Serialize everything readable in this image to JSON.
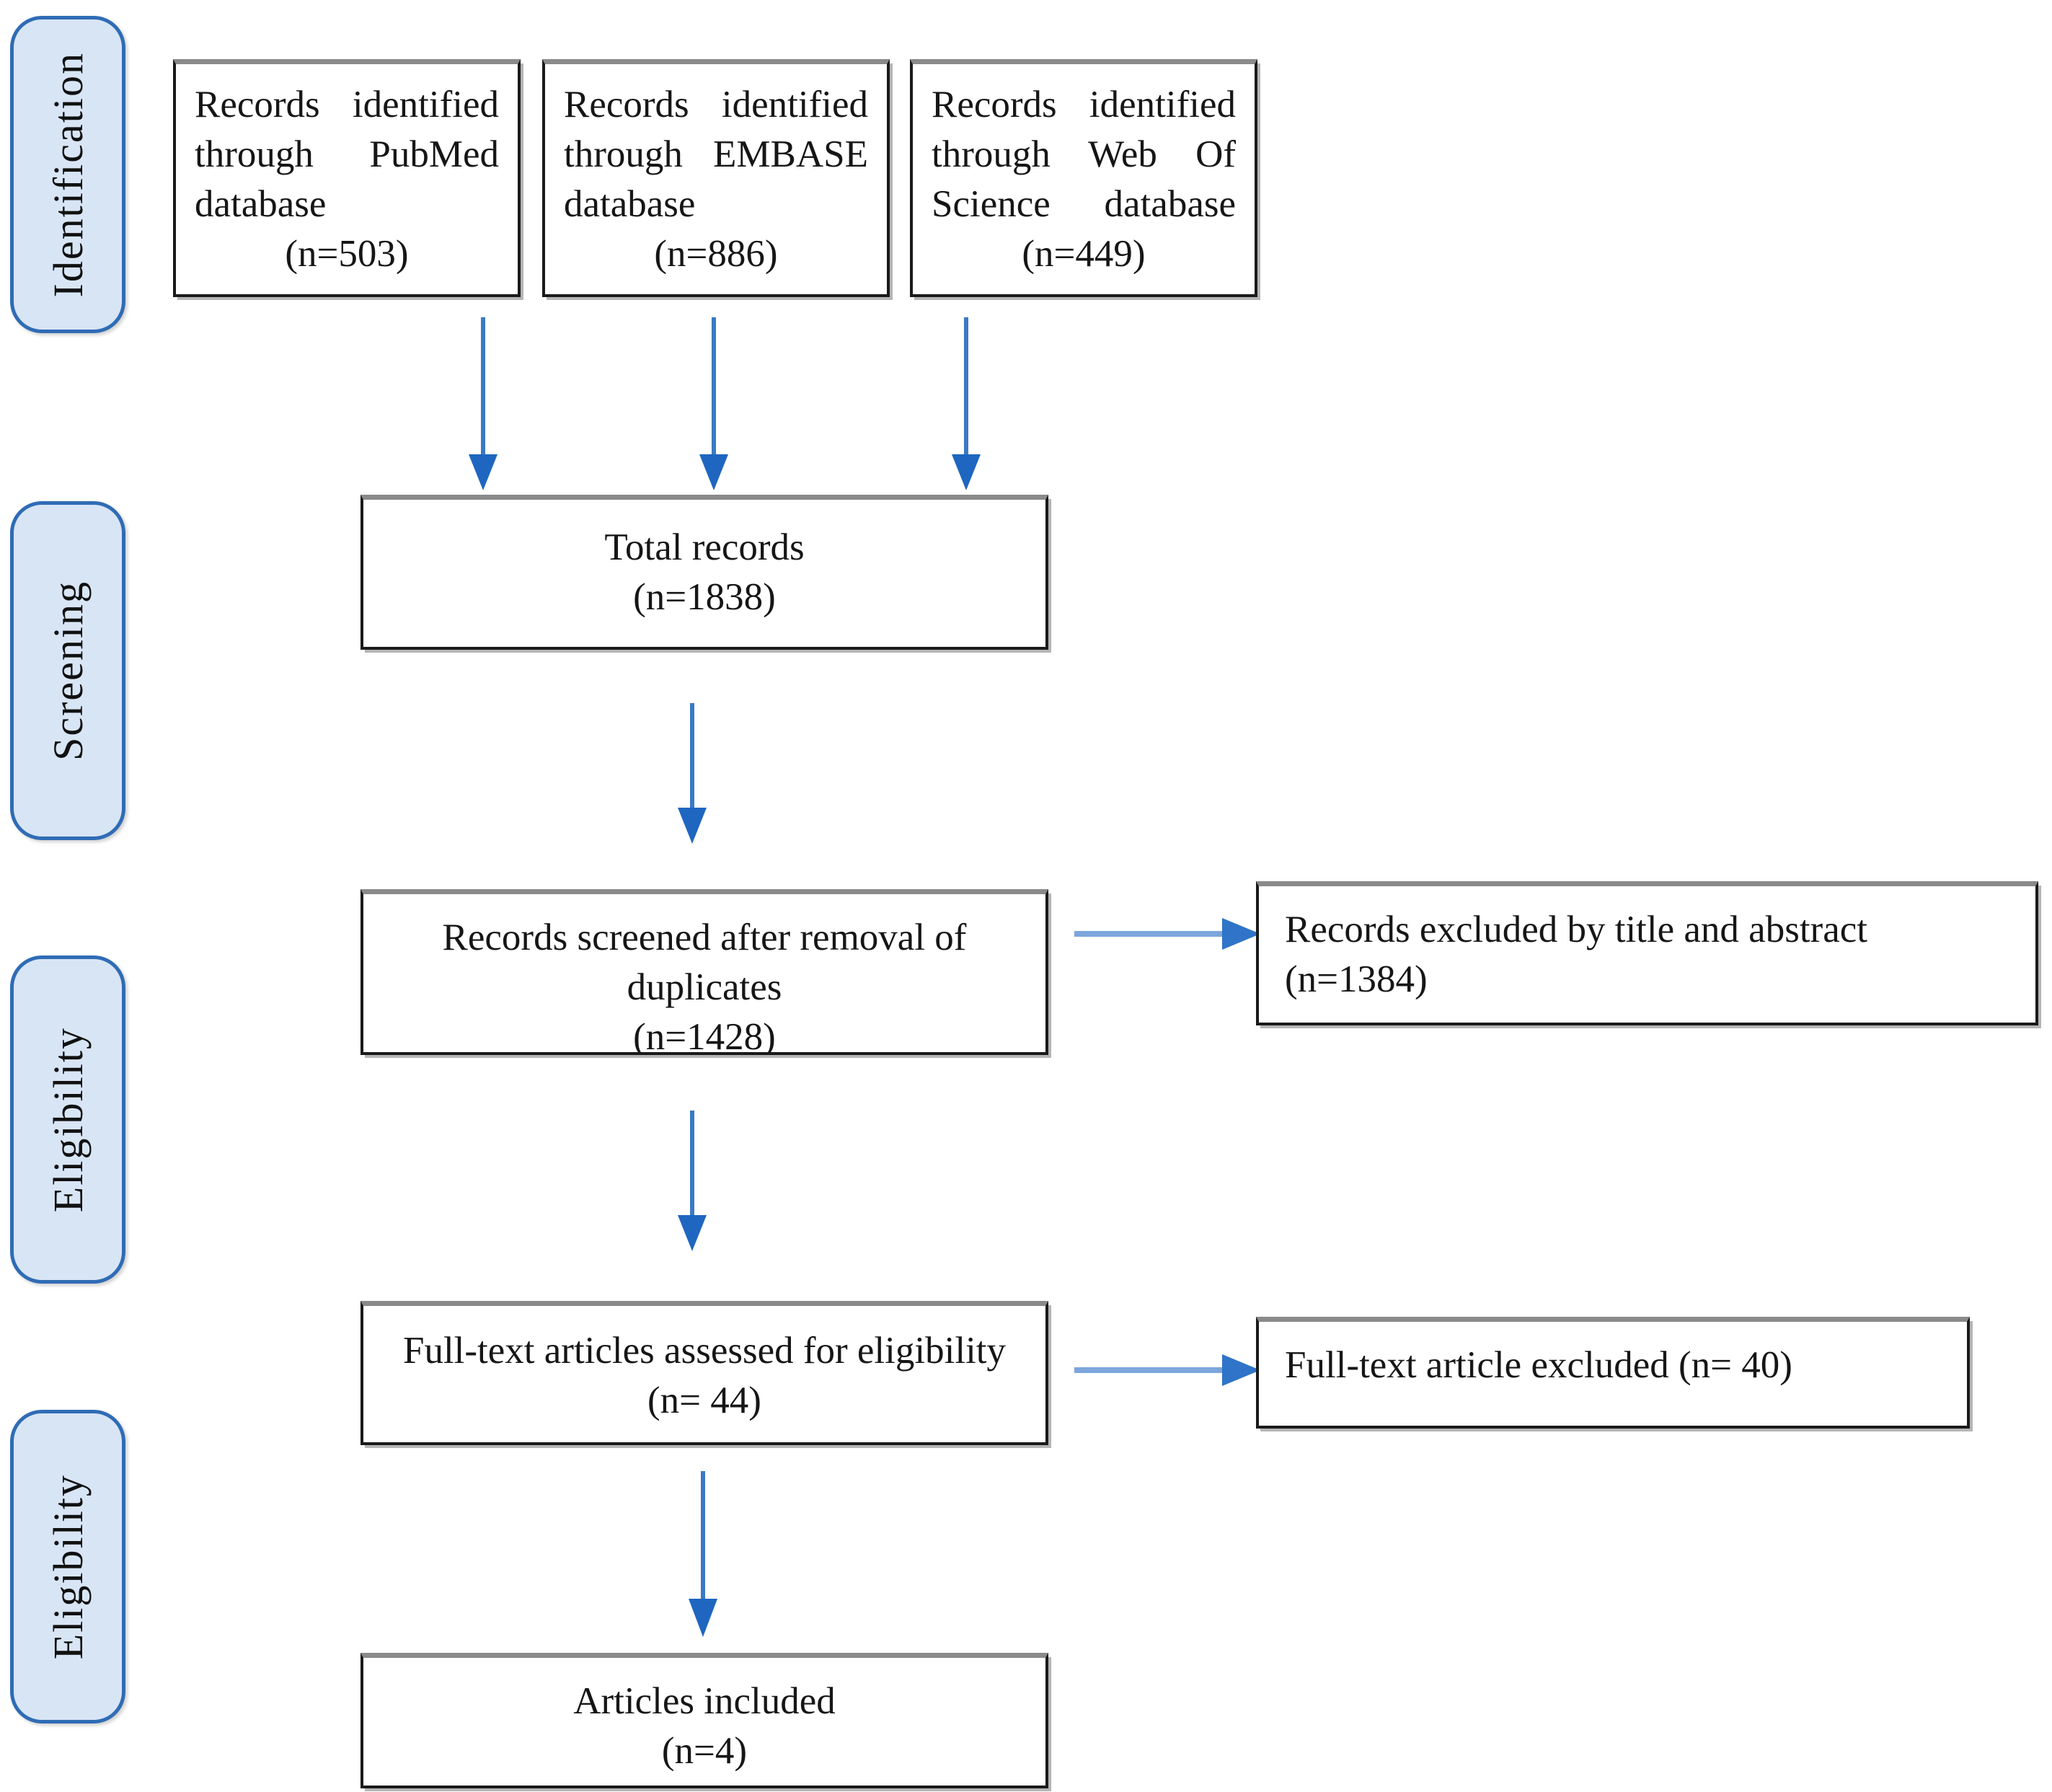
{
  "diagram": {
    "title": "PRISMA study selection flow diagram",
    "accent_line_color": "#3a7ac4",
    "accent_head_color": "#1f66c0",
    "pill_fill_color": "#d8e5f5",
    "pill_border_color": "#2f6cb5",
    "box_border_color": "#1a1a1a",
    "box_top_border_color": "#8a8a8a"
  },
  "stages": [
    {
      "id": "identification",
      "label": "Identification"
    },
    {
      "id": "screening",
      "label": "Screening"
    },
    {
      "id": "eligibility-1",
      "label": "Eligibility"
    },
    {
      "id": "eligibility-2",
      "label": "Eligibility"
    }
  ],
  "nodes": {
    "pubmed": {
      "line1": "Records identified",
      "line2": "through PubMed",
      "line3": "database",
      "count": "(n=503)"
    },
    "embase": {
      "line1": "Records identified",
      "line2": "through EMBASE",
      "line3": "database",
      "count": "(n=886)"
    },
    "wos": {
      "line1": "Records identified",
      "line2": "through Web Of",
      "line3": "Science database",
      "count": "(n=449)"
    },
    "total_records": {
      "line1": "Total records",
      "count": "(n=1838)"
    },
    "screened": {
      "line1": "Records screened after removal of",
      "line2": "duplicates",
      "count": "(n=1428)"
    },
    "excluded_title_abstract": {
      "line1": "Records excluded by title and abstract",
      "count": "(n=1384)"
    },
    "fulltext_assessed": {
      "line1": "Full-text articles assessed for eligibility",
      "count": "(n= 44)"
    },
    "fulltext_excluded": {
      "line1": "Full-text article excluded (n= 40)"
    },
    "articles_included": {
      "line1": "Articles included",
      "count": "(n=4)"
    }
  },
  "chart_data": {
    "type": "diagram",
    "title": "PRISMA flow diagram of study selection",
    "stages": [
      "Identification",
      "Screening",
      "Eligibility",
      "Eligibility"
    ],
    "nodes": [
      {
        "id": "pubmed",
        "label": "Records identified through PubMed database",
        "n": 503,
        "stage": "Identification"
      },
      {
        "id": "embase",
        "label": "Records identified through EMBASE database",
        "n": 886,
        "stage": "Identification"
      },
      {
        "id": "wos",
        "label": "Records identified through Web Of Science database",
        "n": 449,
        "stage": "Identification"
      },
      {
        "id": "total_records",
        "label": "Total records",
        "n": 1838,
        "stage": "Screening"
      },
      {
        "id": "screened",
        "label": "Records screened after removal of duplicates",
        "n": 1428,
        "stage": "Screening"
      },
      {
        "id": "excluded_title_abstract",
        "label": "Records excluded by title and abstract",
        "n": 1384,
        "stage": "Screening"
      },
      {
        "id": "fulltext_assessed",
        "label": "Full-text articles assessed for eligibility",
        "n": 44,
        "stage": "Eligibility"
      },
      {
        "id": "fulltext_excluded",
        "label": "Full-text article excluded",
        "n": 40,
        "stage": "Eligibility"
      },
      {
        "id": "articles_included",
        "label": "Articles included",
        "n": 4,
        "stage": "Eligibility"
      }
    ],
    "edges": [
      {
        "from": "pubmed",
        "to": "total_records",
        "direction": "down"
      },
      {
        "from": "embase",
        "to": "total_records",
        "direction": "down"
      },
      {
        "from": "wos",
        "to": "total_records",
        "direction": "down"
      },
      {
        "from": "total_records",
        "to": "screened",
        "direction": "down"
      },
      {
        "from": "screened",
        "to": "excluded_title_abstract",
        "direction": "right"
      },
      {
        "from": "screened",
        "to": "fulltext_assessed",
        "direction": "down"
      },
      {
        "from": "fulltext_assessed",
        "to": "fulltext_excluded",
        "direction": "right"
      },
      {
        "from": "fulltext_assessed",
        "to": "articles_included",
        "direction": "down"
      }
    ]
  }
}
